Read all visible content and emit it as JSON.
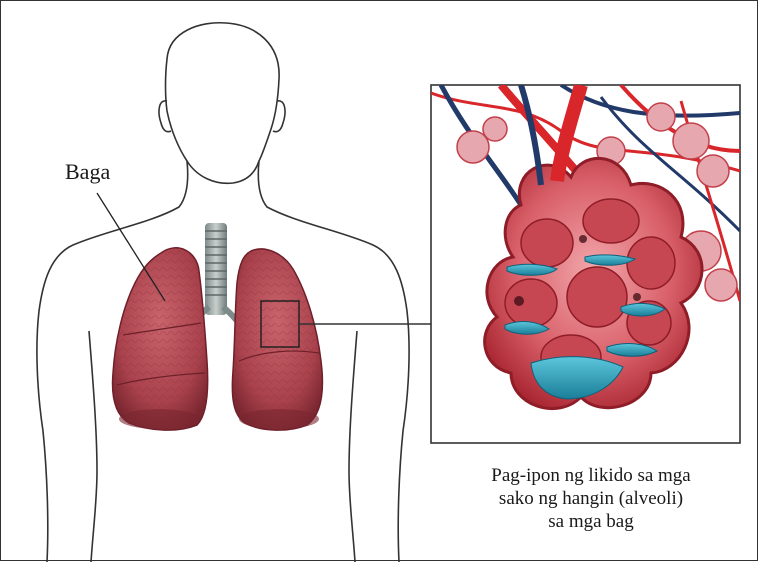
{
  "labels": {
    "lung": "Baga"
  },
  "caption": {
    "lines": [
      "Pag-ipon ng likido sa mga",
      "sako ng hangin (alveoli)",
      "sa mga bag"
    ]
  },
  "colors": {
    "lung_tissue": "#b84a55",
    "lung_dark": "#7a2630",
    "vessel_red": "#d8262a",
    "vessel_blue": "#223a6a",
    "fluid": "#2aa3bf",
    "outline": "#333333"
  }
}
